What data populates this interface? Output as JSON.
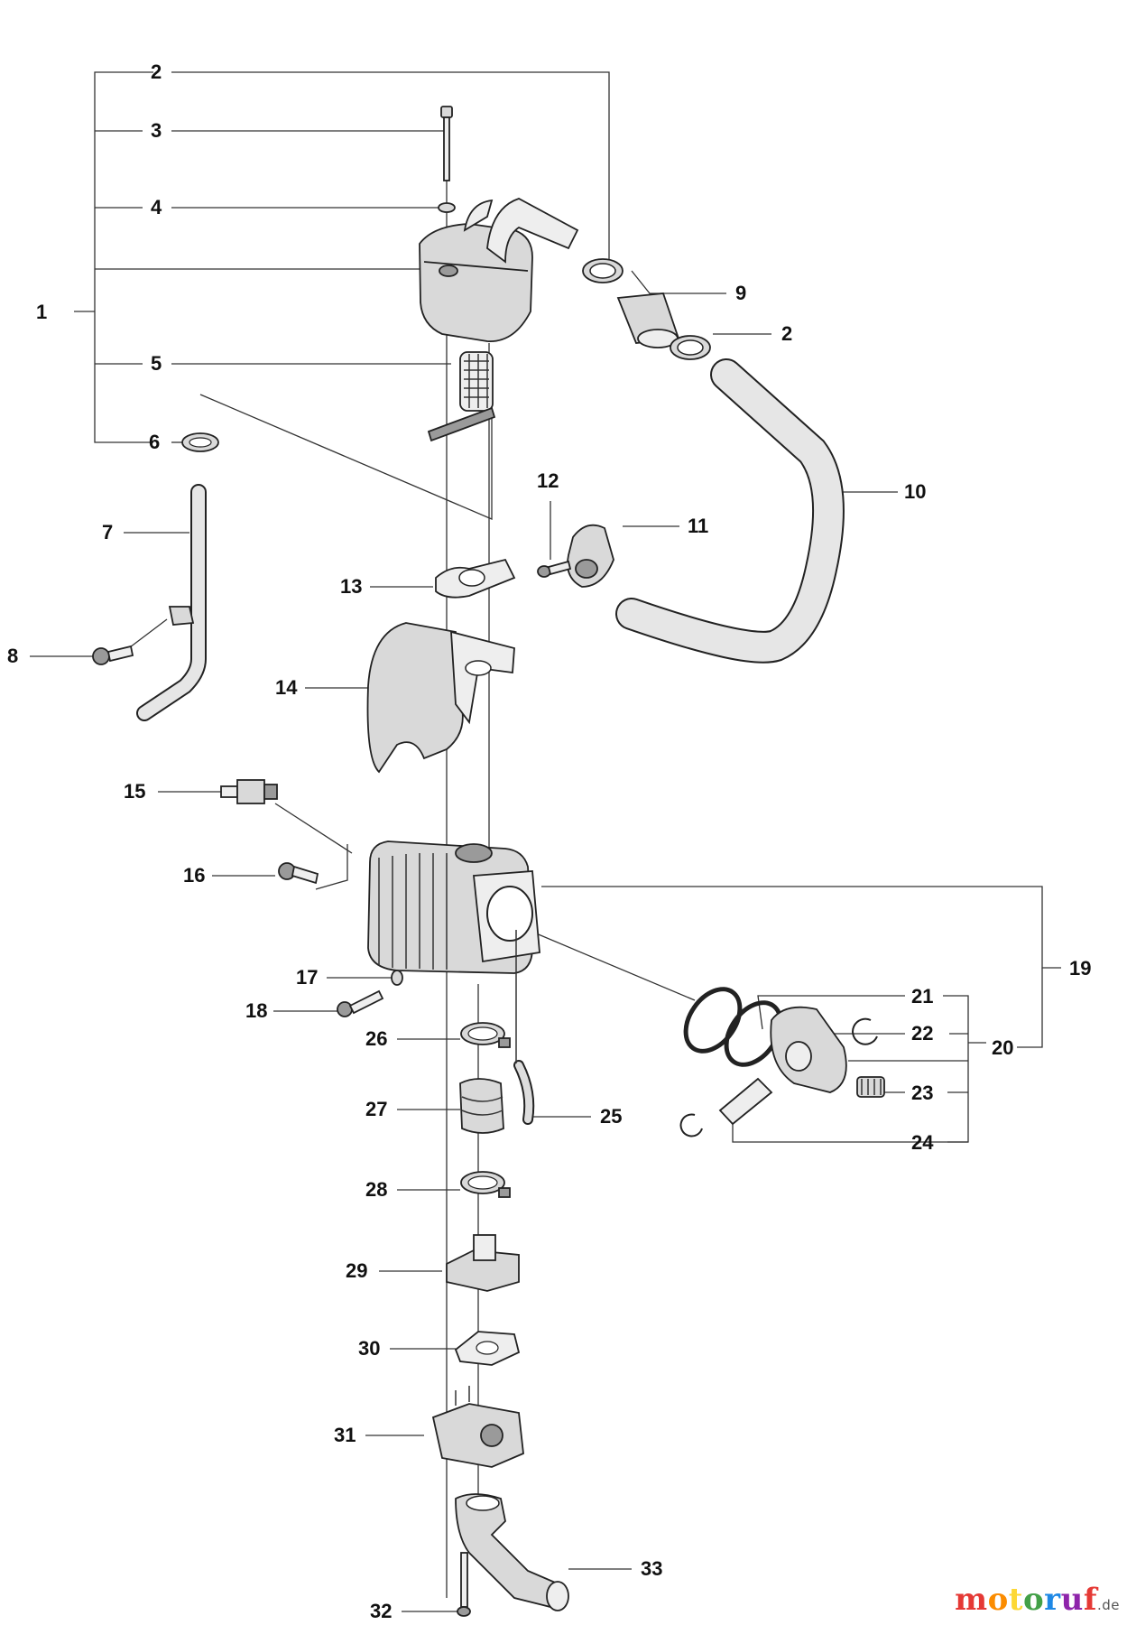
{
  "callouts": [
    "1",
    "2",
    "3",
    "4",
    "5",
    "6",
    "7",
    "8",
    "9",
    "10",
    "11",
    "12",
    "13",
    "14",
    "15",
    "16",
    "17",
    "18",
    "19",
    "20",
    "21",
    "22",
    "23",
    "24",
    "25",
    "26",
    "27",
    "28",
    "29",
    "30",
    "31",
    "32",
    "33"
  ],
  "watermark": {
    "text": "motoruf",
    "tld": ".de",
    "colors": [
      "#e53935",
      "#fb8c00",
      "#fdd835",
      "#43a047",
      "#1e88e5",
      "#8e24aa",
      "#e53935"
    ]
  },
  "colors": {
    "line": "#222222",
    "fill": "#d9d9d9",
    "background": "#ffffff"
  }
}
